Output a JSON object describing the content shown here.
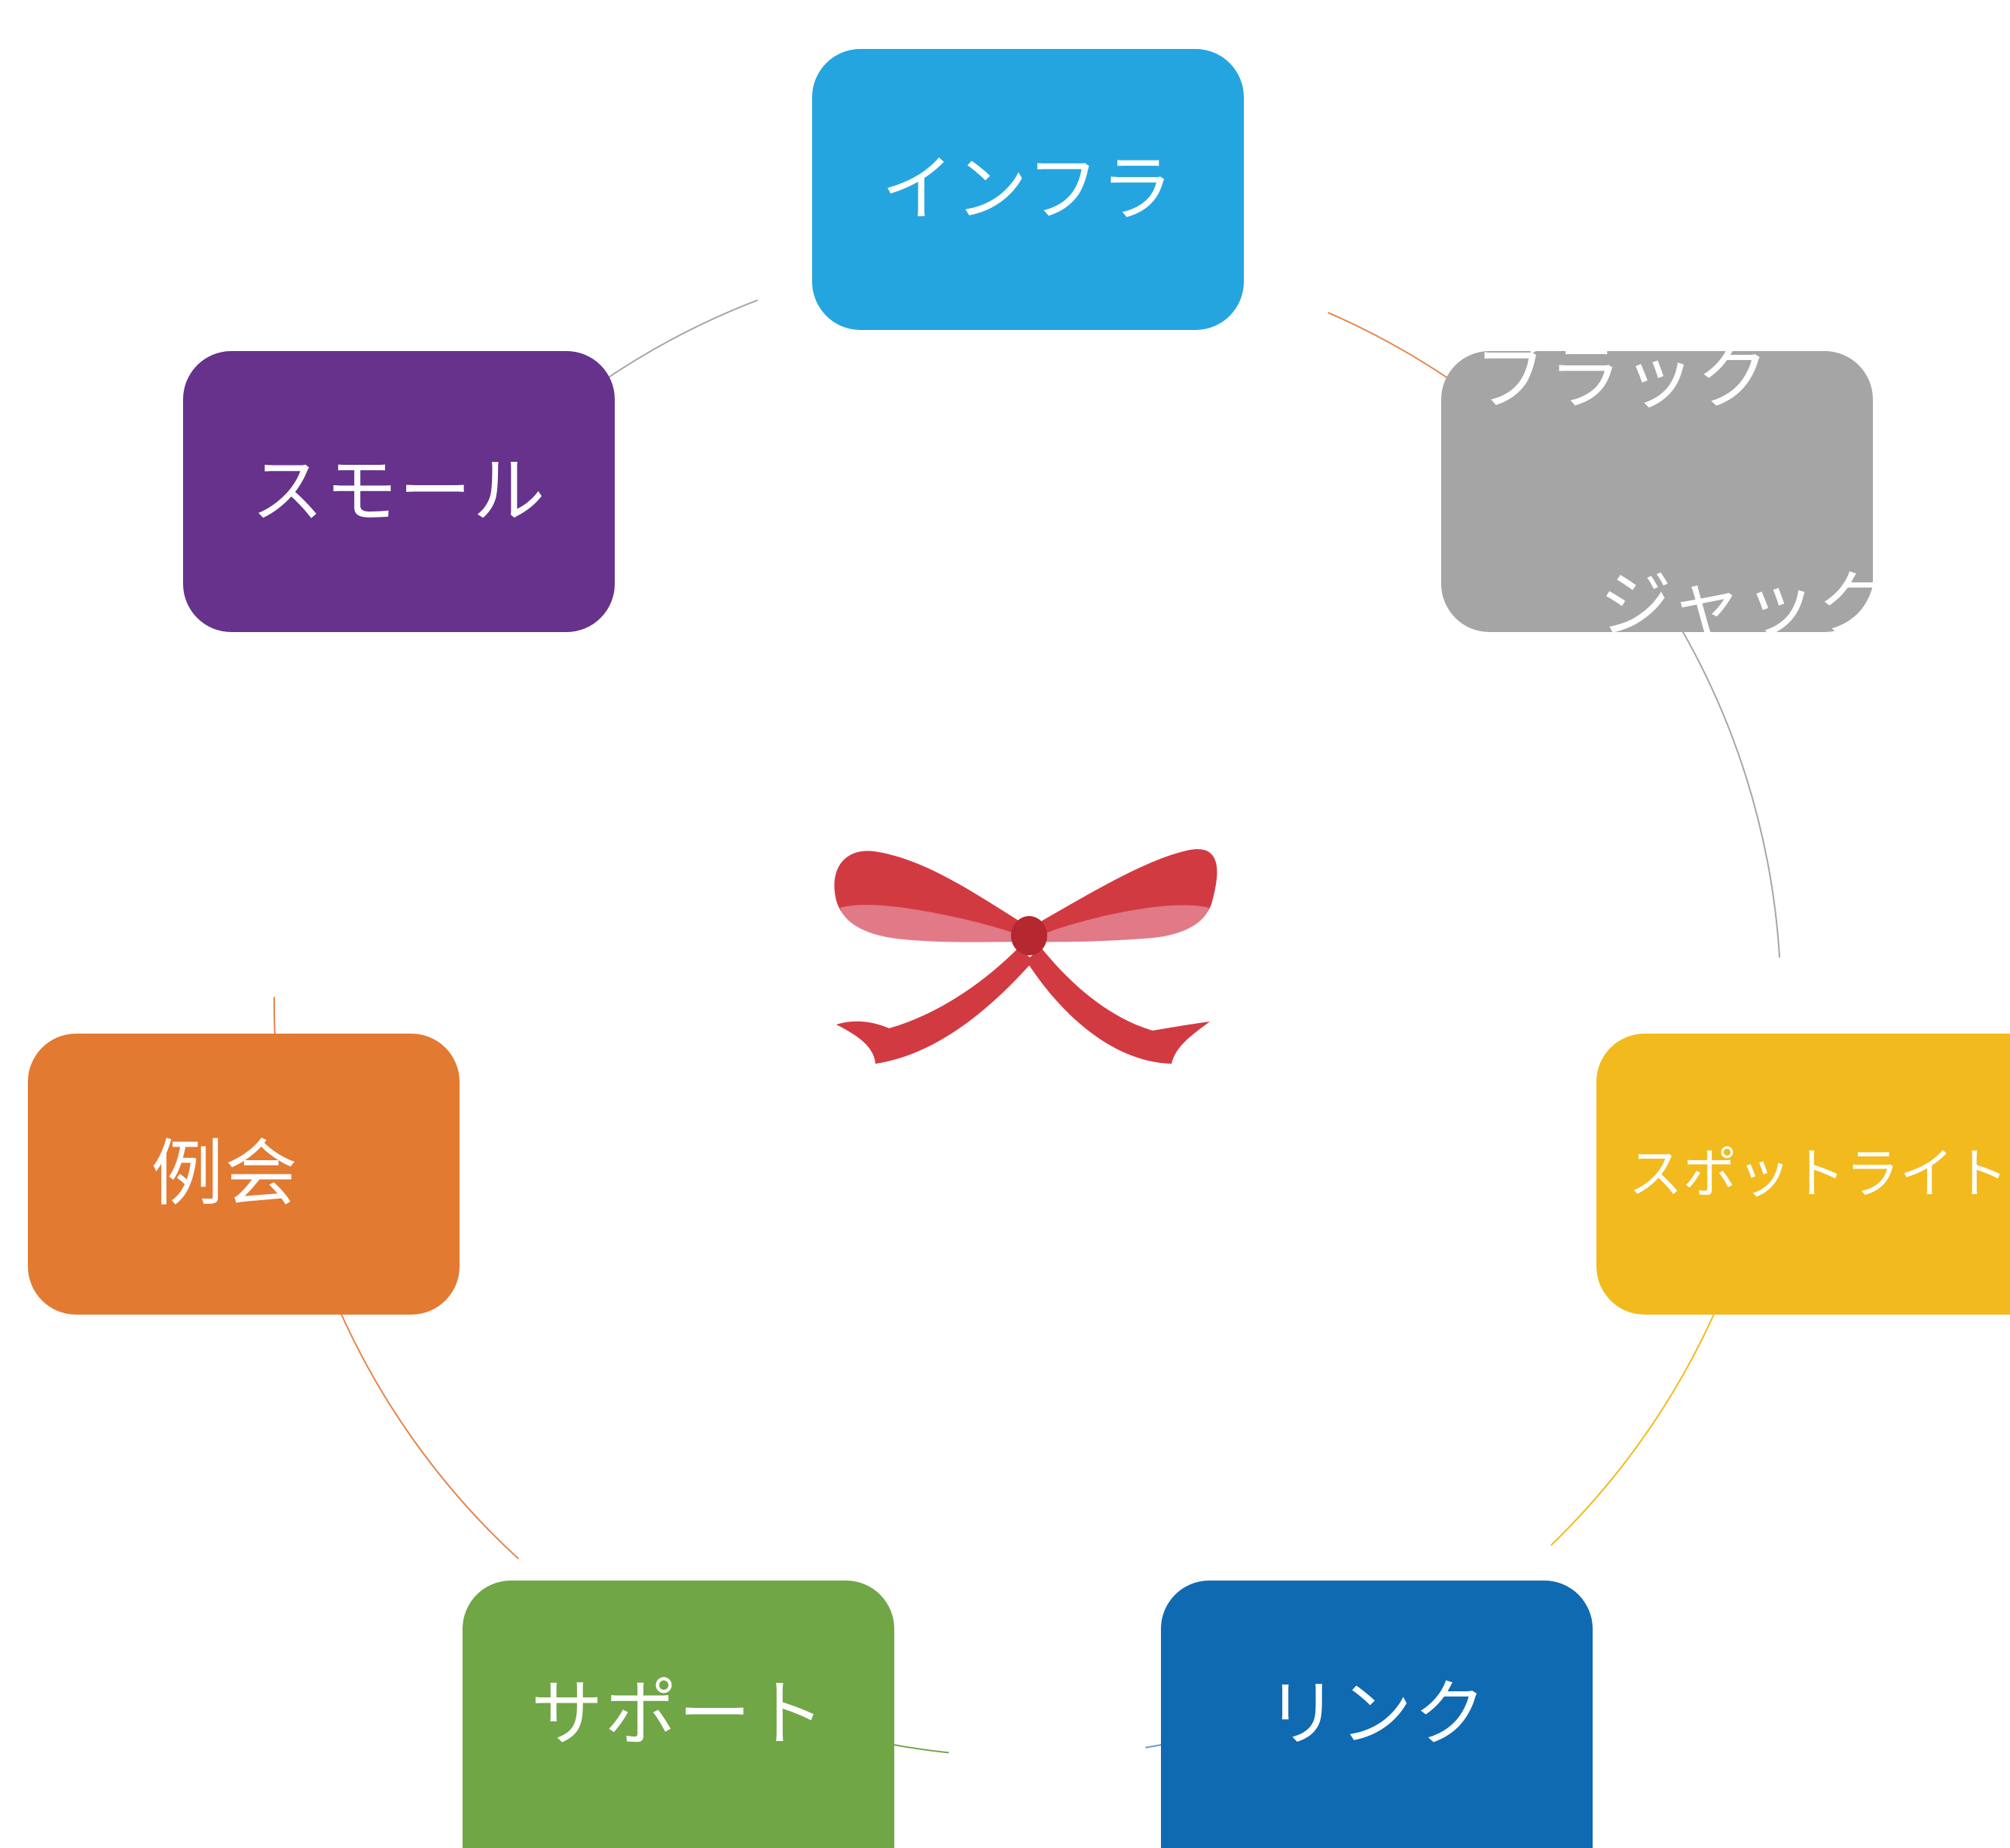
{
  "diagram": {
    "type": "cycle",
    "center_icon": "red-ribbon-bow-icon",
    "nodes": [
      {
        "label": "インフラ",
        "color": "#24A5DF"
      },
      {
        "label_lines": [
          "ブラック",
          "ジャック"
        ],
        "color": "#A5A5A5"
      },
      {
        "label": "スポットライト",
        "color": "#F2BA1C"
      },
      {
        "label": "リンク",
        "color": "#0F6AB1"
      },
      {
        "label": "サポート",
        "color": "#70A646"
      },
      {
        "label": "例会",
        "color": "#E27A31"
      },
      {
        "label": "スモール",
        "color": "#66328C"
      }
    ],
    "arc_colors": [
      "#E6844A",
      "#A5A5A5",
      "#F2BA1C",
      "#5B9BD5",
      "#70A646",
      "#E6844A",
      "#A5A5A5"
    ],
    "ribbon_colors": {
      "main": "#D23A42",
      "inner": "#E27C8A",
      "shade": "#B5282F"
    }
  }
}
